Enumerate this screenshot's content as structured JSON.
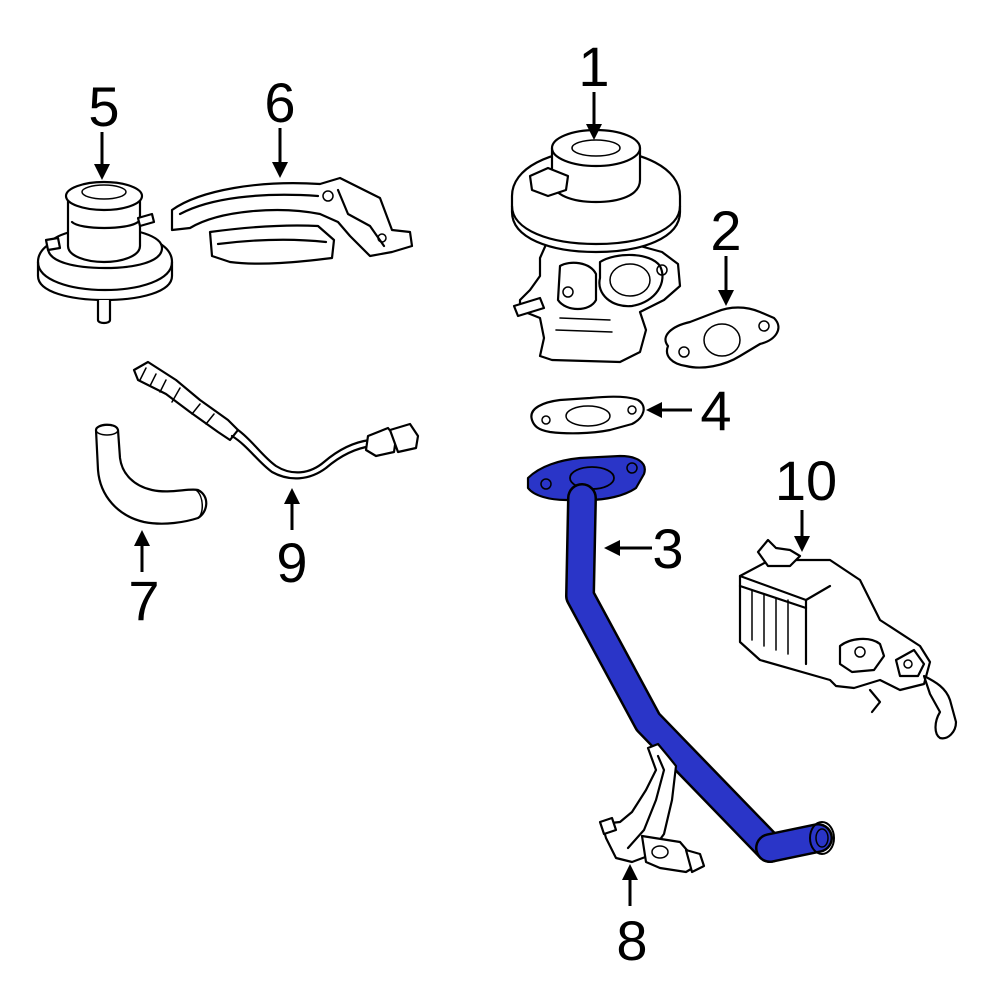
{
  "diagram": {
    "highlight_color": "#2a35c8",
    "outline_color": "#000000",
    "callouts": [
      {
        "id": "1",
        "text": "1",
        "part": "egr-valve"
      },
      {
        "id": "2",
        "text": "2",
        "part": "gasket-upper"
      },
      {
        "id": "3",
        "text": "3",
        "part": "egr-pipe",
        "highlighted": true
      },
      {
        "id": "4",
        "text": "4",
        "part": "gasket-lower"
      },
      {
        "id": "5",
        "text": "5",
        "part": "vacuum-modulator"
      },
      {
        "id": "6",
        "text": "6",
        "part": "bracket"
      },
      {
        "id": "7",
        "text": "7",
        "part": "vacuum-hose"
      },
      {
        "id": "8",
        "text": "8",
        "part": "sensor-with-bracket"
      },
      {
        "id": "9",
        "text": "9",
        "part": "oxygen-sensor"
      },
      {
        "id": "10",
        "text": "10",
        "part": "vapor-canister"
      }
    ]
  }
}
